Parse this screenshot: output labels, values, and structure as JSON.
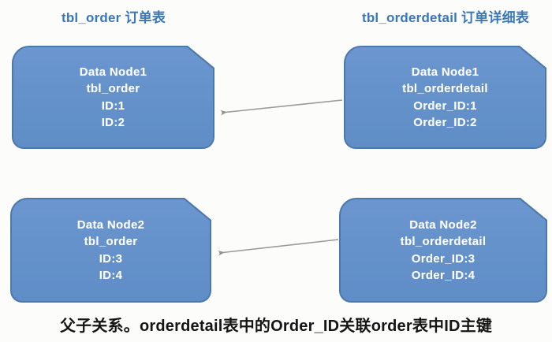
{
  "titles": {
    "left": "tbl_order 订单表",
    "right": "tbl_orderdetail 订单详细表"
  },
  "nodes": [
    {
      "id": "order-node1",
      "lines": [
        "Data Node1",
        "tbl_order",
        "ID:1",
        "ID:2"
      ]
    },
    {
      "id": "orderdetail-node1",
      "lines": [
        "Data Node1",
        "tbl_orderdetail",
        "Order_ID:1",
        "Order_ID:2"
      ]
    },
    {
      "id": "order-node2",
      "lines": [
        "Data Node2",
        "tbl_order",
        "ID:3",
        "ID:4"
      ]
    },
    {
      "id": "orderdetail-node2",
      "lines": [
        "Data Node2",
        "tbl_orderdetail",
        "Order_ID:3",
        "Order_ID:4"
      ]
    }
  ],
  "relationships": [
    {
      "from": "orderdetail-node1",
      "to": "order-node1",
      "direction": "right-to-left"
    },
    {
      "from": "orderdetail-node2",
      "to": "order-node2",
      "direction": "right-to-left"
    }
  ],
  "caption": "父子关系。orderdetail表中的Order_ID关联order表中ID主键",
  "colors": {
    "node_fill": "#6190c9",
    "node_border": "#4d78ab",
    "node_text": "#ffffff",
    "title_blue": "#3a77b9",
    "arrow_gray": "#999999",
    "caption_color": "#151515",
    "background": "#fcfcfb"
  }
}
